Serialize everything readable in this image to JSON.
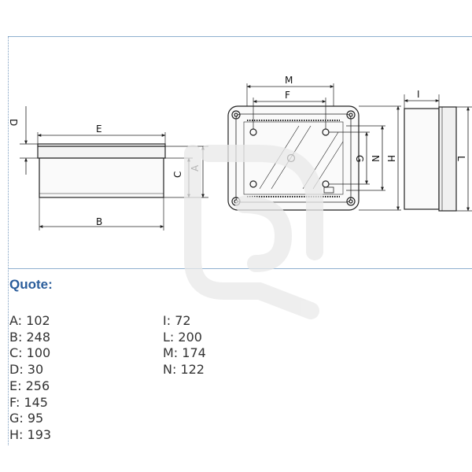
{
  "drawing_labels": {
    "A": "A",
    "B": "B",
    "C": "C",
    "D": "D",
    "E": "E",
    "F": "F",
    "G": "G",
    "H": "H",
    "I": "I",
    "L": "L",
    "M": "M",
    "N": "N"
  },
  "quote_title": "Quote:",
  "dimensions_left": [
    {
      "text": "A: 102"
    },
    {
      "text": "B: 248"
    },
    {
      "text": "C: 100"
    },
    {
      "text": "D: 30"
    },
    {
      "text": "E: 256"
    },
    {
      "text": "F: 145"
    },
    {
      "text": "G: 95"
    },
    {
      "text": "H: 193"
    }
  ],
  "dimensions_right": [
    {
      "text": "I: 72"
    },
    {
      "text": "L: 200"
    },
    {
      "text": "M: 174"
    },
    {
      "text": "N: 122"
    }
  ],
  "colors": {
    "accent": "#2a5d9b",
    "frame": "#8fb0cf",
    "line": "#222222",
    "text": "#333333"
  }
}
